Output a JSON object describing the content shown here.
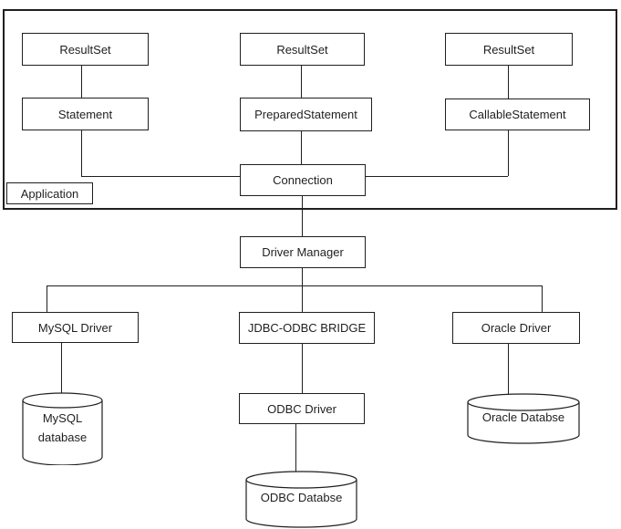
{
  "diagram": {
    "application_boundary_label": "Application",
    "nodes": {
      "resultset_left": "ResultSet",
      "resultset_middle": "ResultSet",
      "resultset_right": "ResultSet",
      "statement": "Statement",
      "prepared_statement": "PreparedStatement",
      "callable_statement": "CallableStatement",
      "connection": "Connection",
      "driver_manager": "Driver Manager",
      "mysql_driver": "MySQL Driver",
      "jdbc_odbc_bridge": "JDBC-ODBC BRIDGE",
      "oracle_driver": "Oracle Driver",
      "odbc_driver": "ODBC Driver",
      "mysql_database_line1": "MySQL",
      "mysql_database_line2": "database",
      "odbc_database": "ODBC Databse",
      "oracle_database": "Oracle Databse"
    },
    "colors": {
      "line": "#1f1f1f",
      "text": "#1f1f1f",
      "background": "#ffffff"
    }
  }
}
